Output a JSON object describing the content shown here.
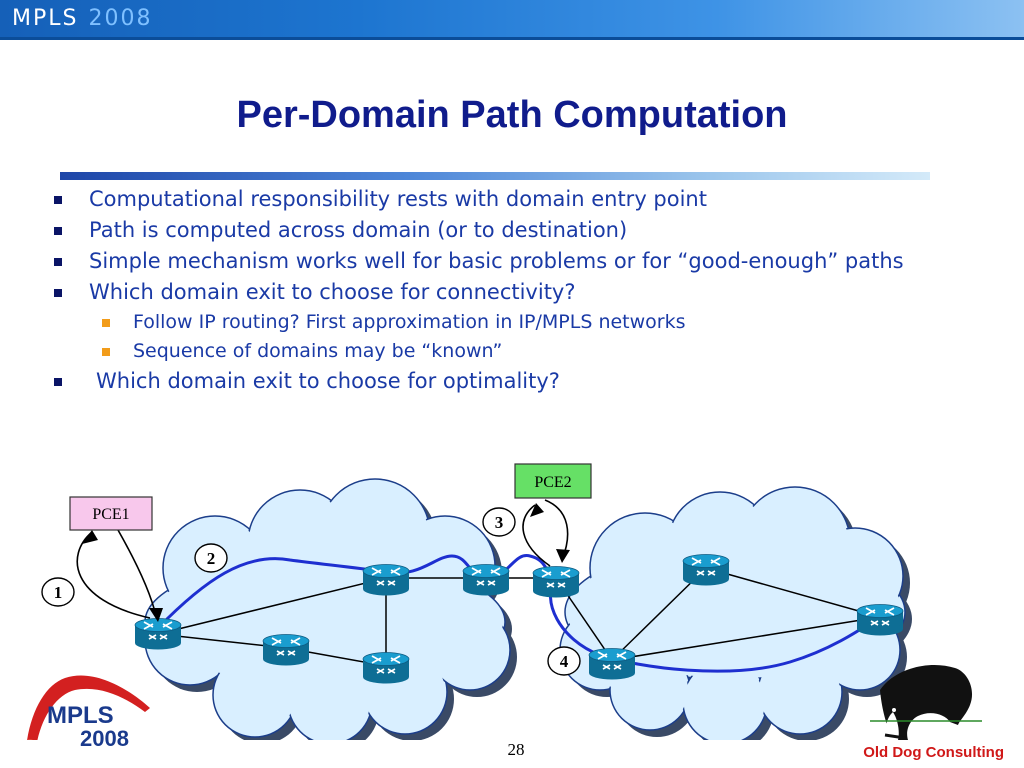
{
  "header": {
    "brand_text": "MPLS",
    "brand_year": "2008"
  },
  "slide": {
    "title": "Per-Domain Path Computation",
    "bullets": [
      "Computational responsibility rests with domain entry point",
      "Path is computed across domain (or to destination)",
      "Simple mechanism works well for basic problems or for “good-enough” paths",
      "Which domain exit to choose for connectivity?"
    ],
    "sub_bullets": [
      "Follow IP routing? First approximation in IP/MPLS networks",
      "Sequence of domains may be “known”"
    ],
    "last_bullet": "Which domain exit to choose for optimality?"
  },
  "diagram": {
    "pce1": "PCE1",
    "pce2": "PCE2",
    "steps": [
      "1",
      "2",
      "3",
      "4"
    ]
  },
  "footer": {
    "page_number": "28",
    "org": "Old Dog Consulting",
    "logo_text": "MPLS",
    "logo_year": "2008"
  },
  "colors": {
    "title": "#101c8c",
    "text": "#1a3aa6",
    "path": "#1e2fd0",
    "cloud": "#d9efff",
    "pce1_fill": "#f8c8ec",
    "pce2_fill": "#66e066",
    "accent_red": "#d01818"
  }
}
